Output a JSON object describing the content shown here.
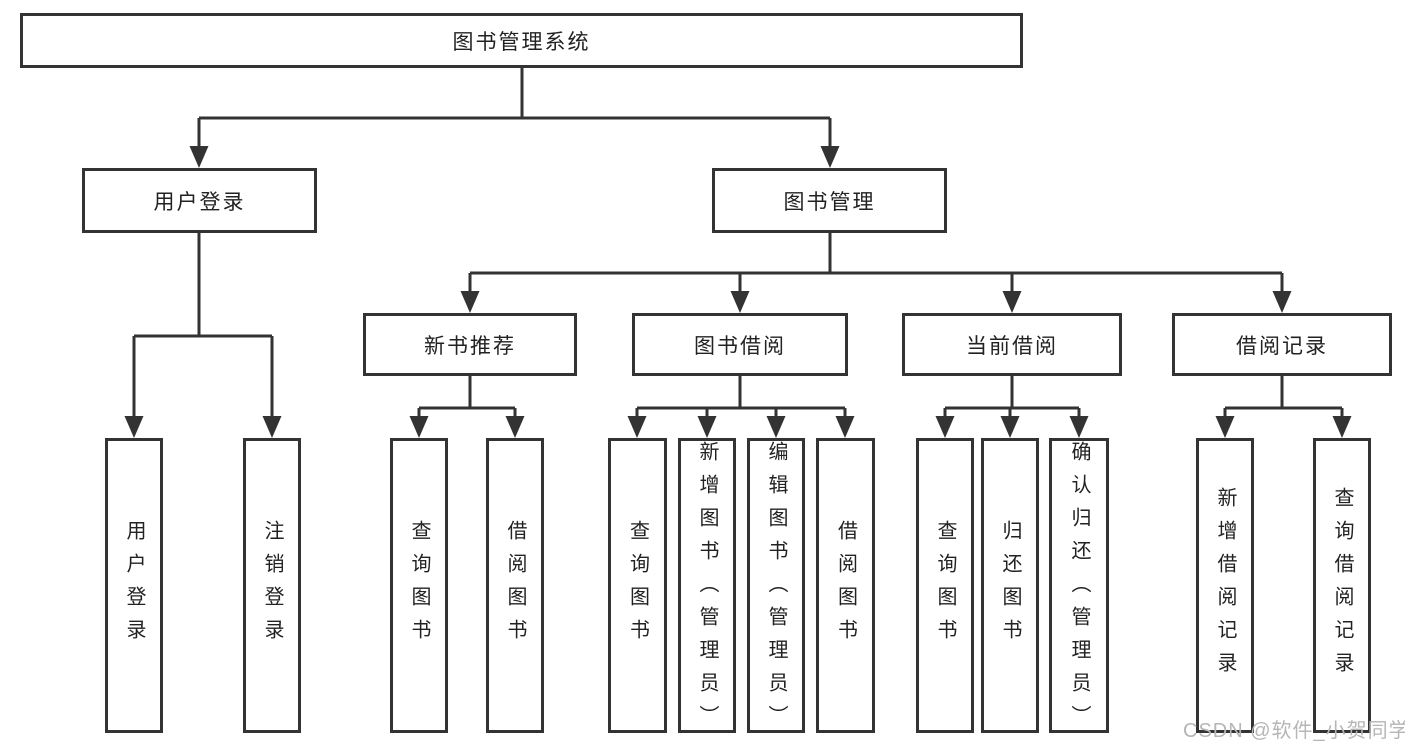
{
  "diagram": {
    "root": {
      "label": "图书管理系统"
    },
    "branches": [
      {
        "label": "用户登录",
        "children": [
          {
            "label": "用户登录"
          },
          {
            "label": "注销登录"
          }
        ]
      },
      {
        "label": "图书管理",
        "children": [
          {
            "label": "新书推荐",
            "children": [
              {
                "label": "查询图书"
              },
              {
                "label": "借阅图书"
              }
            ]
          },
          {
            "label": "图书借阅",
            "children": [
              {
                "label": "查询图书"
              },
              {
                "label": "新增图书（管理员）"
              },
              {
                "label": "编辑图书（管理员）"
              },
              {
                "label": "借阅图书"
              }
            ]
          },
          {
            "label": "当前借阅",
            "children": [
              {
                "label": "查询图书"
              },
              {
                "label": "归还图书"
              },
              {
                "label": "确认归还（管理员）"
              }
            ]
          },
          {
            "label": "借阅记录",
            "children": [
              {
                "label": "新增借阅记录"
              },
              {
                "label": "查询借阅记录"
              }
            ]
          }
        ]
      }
    ]
  },
  "watermark": {
    "text": "CSDN @软件_小贺同学"
  },
  "colors": {
    "line": "#333333",
    "text": "#222222",
    "watermark": "#b6b6b6",
    "background": "#ffffff"
  }
}
